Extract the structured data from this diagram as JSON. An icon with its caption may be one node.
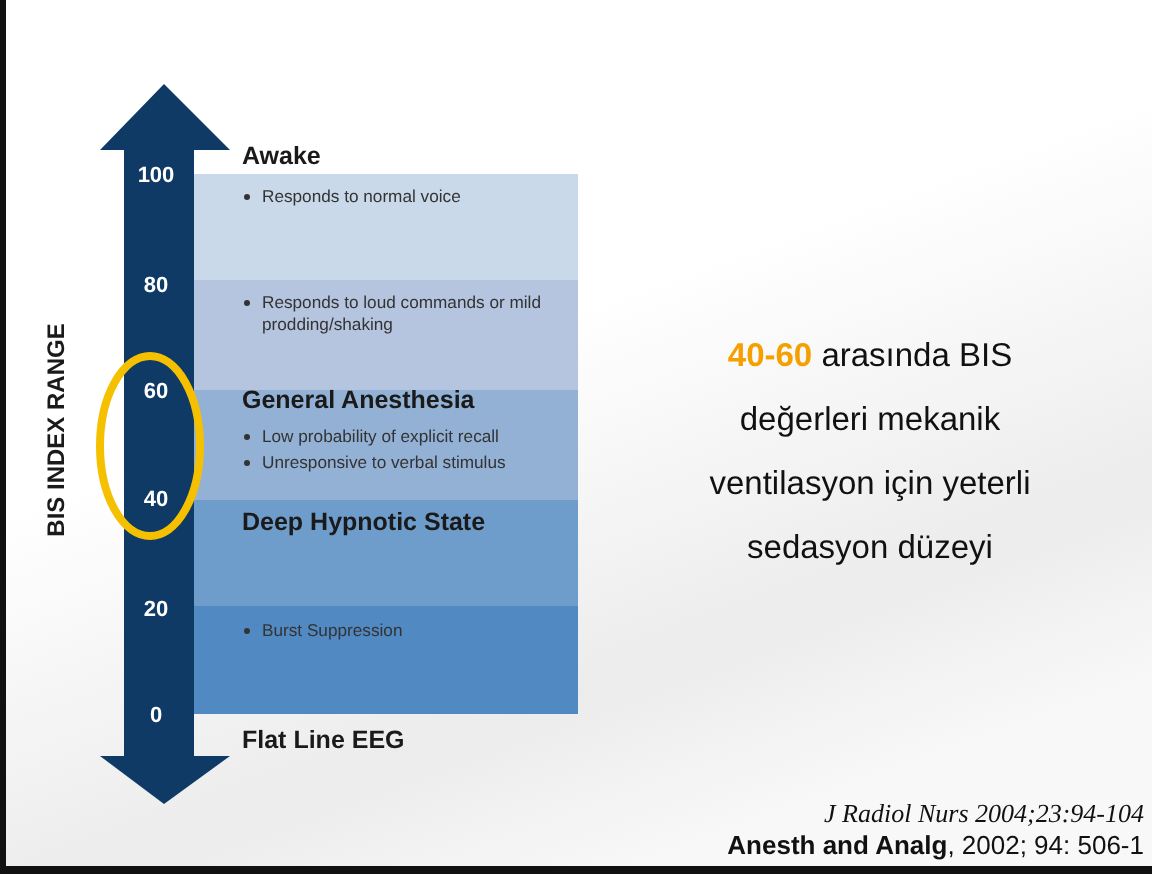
{
  "diagram": {
    "labels": [
      "BIS INDEX RANGE",
      "100",
      "80",
      "60",
      "40",
      "20",
      "0",
      "Awake",
      "Responds to normal voice",
      "Responds to loud commands or mild prodding/shaking",
      "General Anesthesia",
      "Low probability of explicit recall",
      "Unresponsive to verbal stimulus",
      "Deep Hypnotic State",
      "Burst Suppression",
      "Flat Line EEG",
      "**40-60** arasında BIS değerleri mekanik ventilasyon için yeterli sedasyon düzeyi",
      "J Radiol Nurs 2004;23:94-104",
      "**Anesth and Analg**, 2002; 94: 506-1"
    ]
  }
}
